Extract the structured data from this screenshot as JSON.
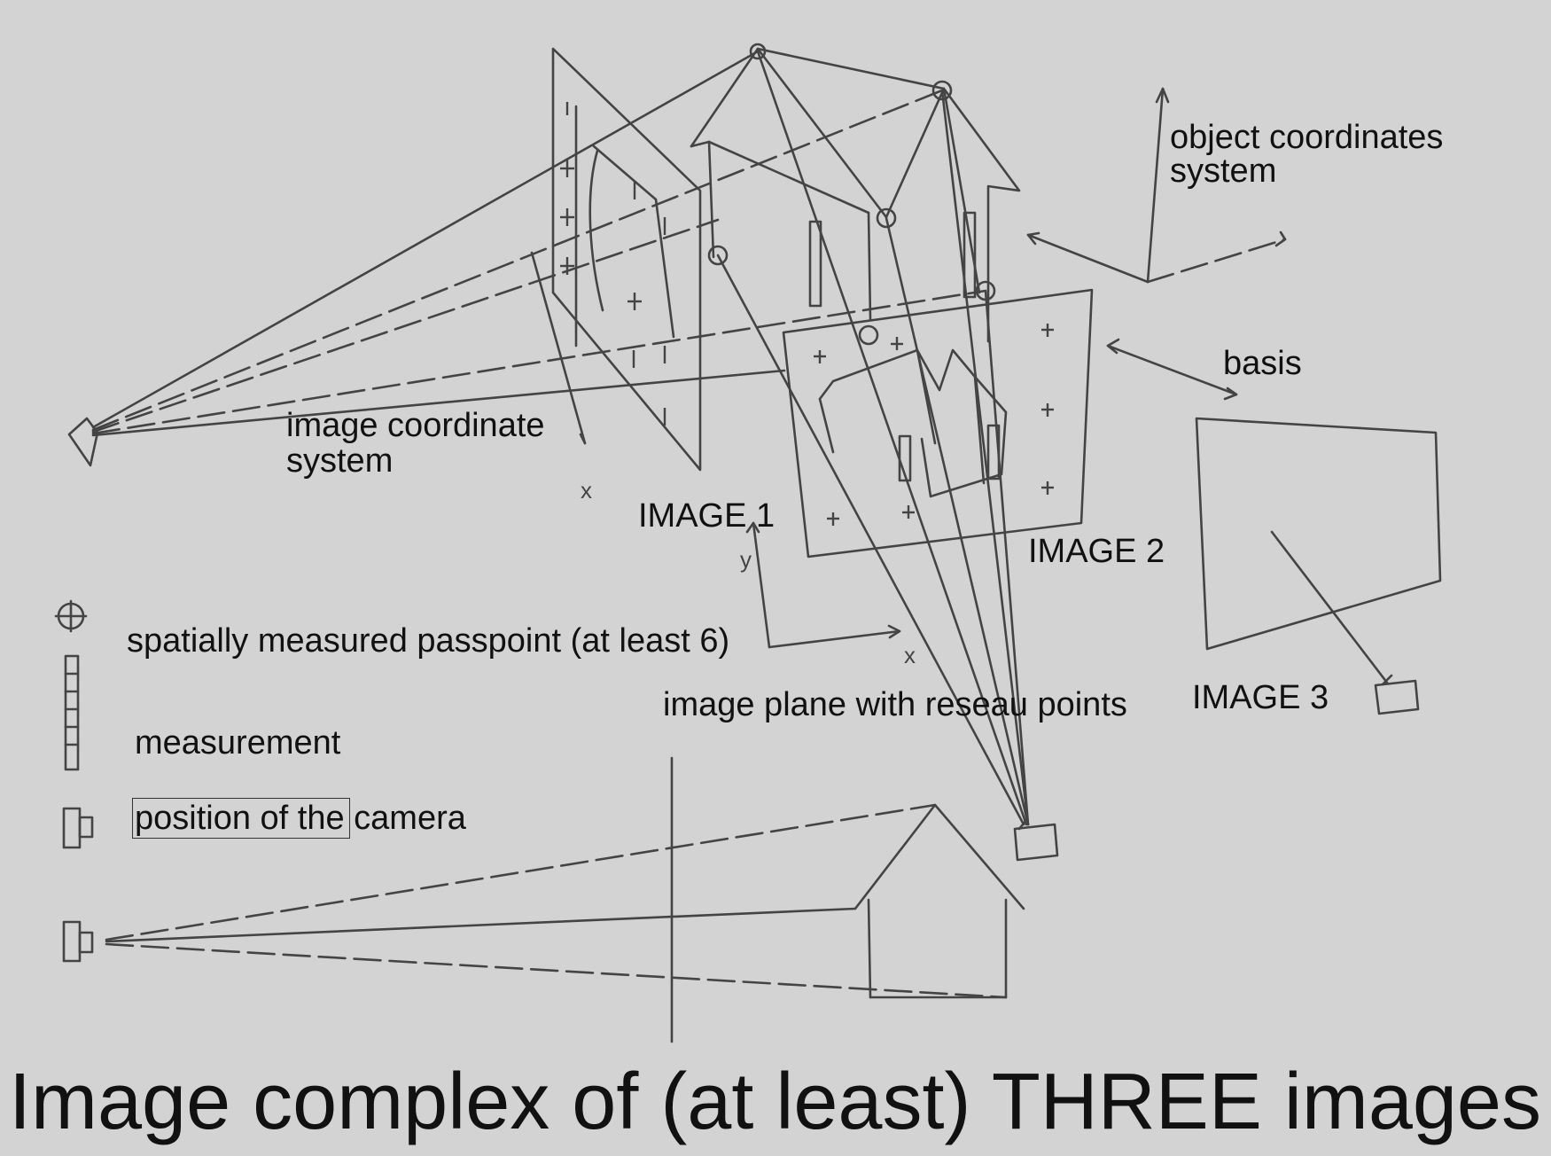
{
  "diagram": {
    "labels": {
      "object_coordinates_line1": "object coordinates",
      "object_coordinates_line2": "system",
      "basis": "basis",
      "image_coordinate_line1": "image coordinate",
      "image_coordinate_line2": "system",
      "image1": "IMAGE 1",
      "image2": "IMAGE 2",
      "image3": "IMAGE 3",
      "image_plane": "image plane with reseau points",
      "axis_x1": "x",
      "axis_y": "y",
      "axis_x2": "x"
    },
    "legend": {
      "passpoint": "spatially measured passpoint (at least 6)",
      "measurement": "measurement",
      "camera_position": "position of the camera"
    },
    "title": "Image complex of (at least) THREE images"
  }
}
